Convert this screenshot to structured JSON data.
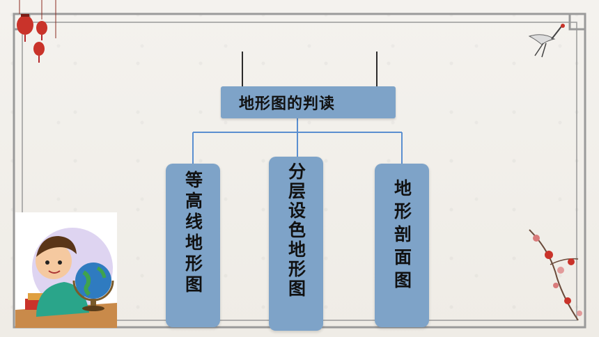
{
  "title": "地形图的判读",
  "branches": [
    {
      "label": "等高线地形图"
    },
    {
      "label": "分层设色地形图"
    },
    {
      "label": "地形剖面图"
    }
  ],
  "colors": {
    "box": "#7ea3c8",
    "connector": "#5b8fd0",
    "frame": "#9a9a9a"
  },
  "decorations": [
    "lantern-icon",
    "crane-icon",
    "plum-blossom-icon",
    "child-with-globe-illustration"
  ]
}
